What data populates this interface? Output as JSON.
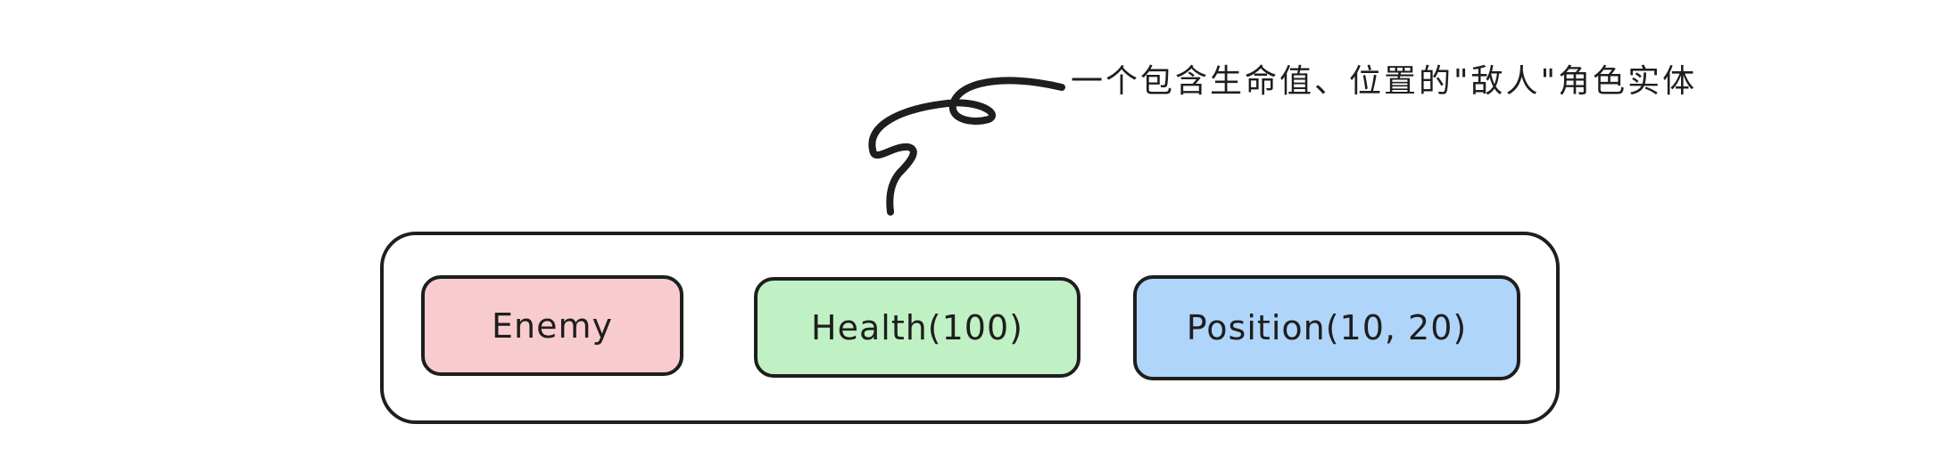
{
  "annotation": {
    "text": "一个包含生命值、位置的\"敌人\"角色实体"
  },
  "components": {
    "enemy": "Enemy",
    "health": "Health(100)",
    "position": "Position(10, 20)"
  },
  "colors": {
    "stroke": "#1e1e1e",
    "enemy_fill": "#f8ccce",
    "health_fill": "#c0f1c4",
    "position_fill": "#afd5fb"
  }
}
